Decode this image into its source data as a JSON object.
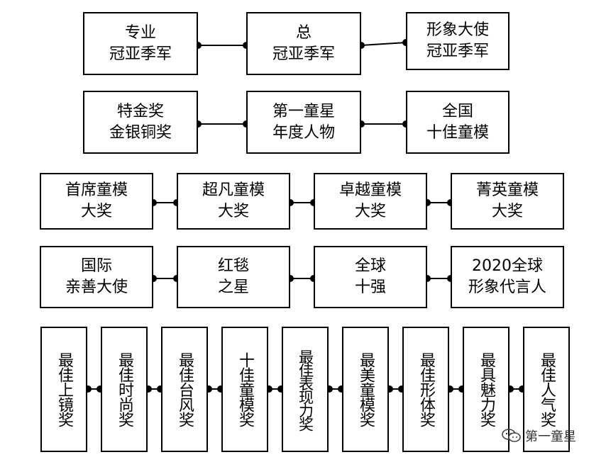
{
  "rows": [
    {
      "boxes": [
        {
          "lines": [
            "专业",
            "冠亚季军"
          ]
        },
        {
          "lines": [
            "总",
            "冠亚季军"
          ]
        },
        {
          "lines": [
            "形象大使",
            "冠亚季军"
          ]
        }
      ]
    },
    {
      "boxes": [
        {
          "lines": [
            "特金奖",
            "金银铜奖"
          ]
        },
        {
          "lines": [
            "第一童星",
            "年度人物"
          ]
        },
        {
          "lines": [
            "全国",
            "十佳童模"
          ]
        }
      ]
    },
    {
      "boxes": [
        {
          "lines": [
            "首席童模",
            "大奖"
          ]
        },
        {
          "lines": [
            "超凡童模",
            "大奖"
          ]
        },
        {
          "lines": [
            "卓越童模",
            "大奖"
          ]
        },
        {
          "lines": [
            "菁英童模",
            "大奖"
          ]
        }
      ]
    },
    {
      "boxes": [
        {
          "lines": [
            "国际",
            "亲善大使"
          ]
        },
        {
          "lines": [
            "红毯",
            "之星"
          ]
        },
        {
          "lines": [
            "全球",
            "十强"
          ]
        },
        {
          "lines": [
            "2020全球",
            "形象代言人"
          ]
        }
      ]
    }
  ],
  "vertical_row": [
    "最佳上镜奖",
    "最佳时尚奖",
    "最佳台风奖",
    "十佳童模奖",
    "最佳表现力奖",
    "最美童模奖",
    "最佳形体奖",
    "最具魅力奖",
    "最佳人气奖"
  ],
  "watermark": {
    "text": "第一童星",
    "icon": "wechat-icon"
  },
  "colors": {
    "line": "#000000",
    "background": "#ffffff"
  }
}
